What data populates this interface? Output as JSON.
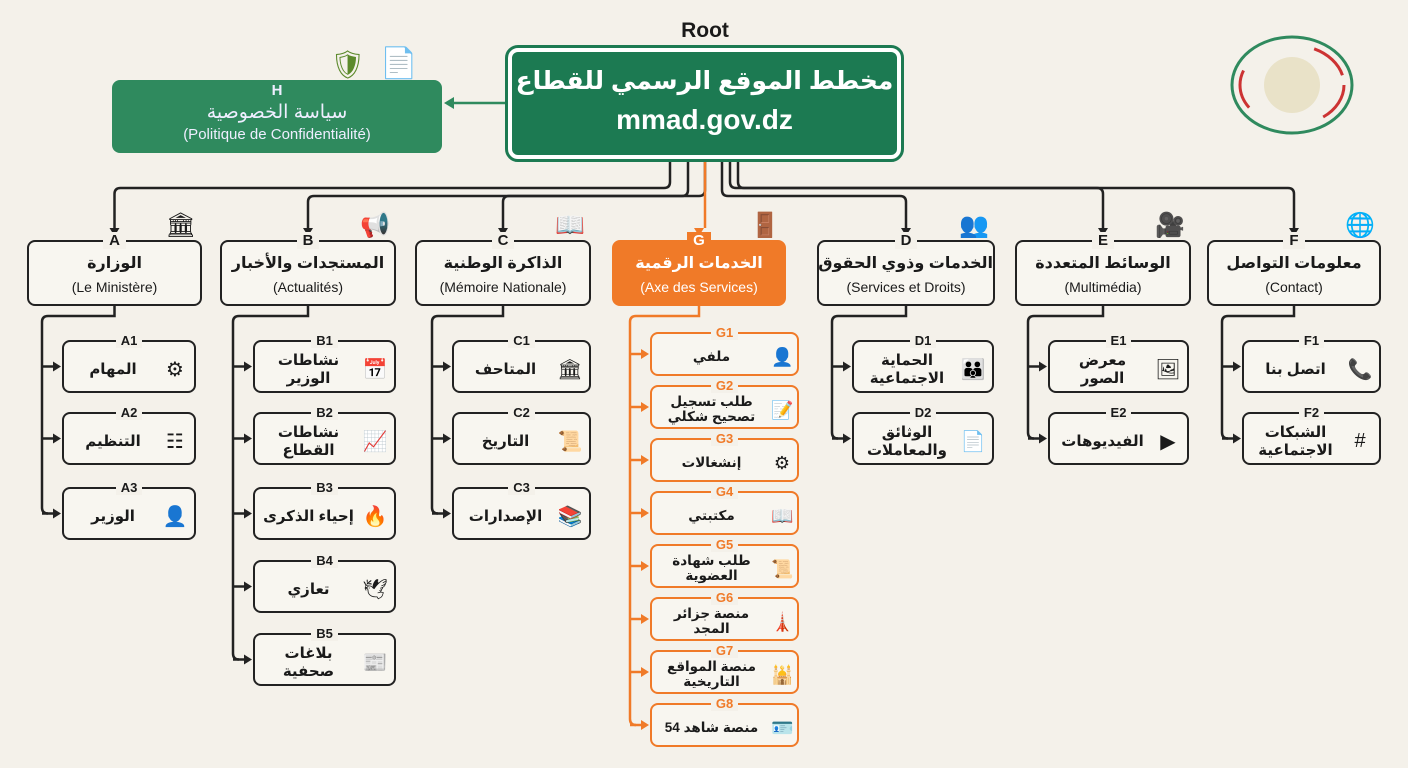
{
  "root": {
    "label": "Root",
    "title": "مخطط الموقع الرسمي للقطاع",
    "domain": "mmad.gov.dz"
  },
  "privacy": {
    "code": "H",
    "ar": "سياسة الخصوصية",
    "fr": "(Politique de Confidentialité)",
    "icon": "shield-info-icon"
  },
  "colors": {
    "green": "#1c7a52",
    "orange": "#f07a28",
    "dark": "#222222",
    "bg": "#f4f1ea"
  },
  "categories": [
    {
      "code": "A",
      "ar": "الوزارة",
      "fr": "(Le Ministère)",
      "icon": "building-icon",
      "children": [
        {
          "code": "A1",
          "ar": "المهام",
          "icon": "gear-search-icon"
        },
        {
          "code": "A2",
          "ar": "التنظيم",
          "icon": "org-chart-icon"
        },
        {
          "code": "A3",
          "ar": "الوزير",
          "icon": "person-icon"
        }
      ]
    },
    {
      "code": "B",
      "ar": "المستجدات والأخبار",
      "fr": "(Actualités)",
      "icon": "megaphone-icon",
      "children": [
        {
          "code": "B1",
          "ar": "نشاطات الوزير",
          "icon": "calendar-icon"
        },
        {
          "code": "B2",
          "ar": "نشاطات القطاع",
          "icon": "growth-chart-icon"
        },
        {
          "code": "B3",
          "ar": "إحياء الذكرى",
          "icon": "torch-icon"
        },
        {
          "code": "B4",
          "ar": "تعازي",
          "icon": "dove-icon"
        },
        {
          "code": "B5",
          "ar": "بلاغات صحفية",
          "icon": "newspaper-icon"
        }
      ]
    },
    {
      "code": "C",
      "ar": "الذاكرة الوطنية",
      "fr": "(Mémoire Nationale)",
      "icon": "book-statue-icon",
      "children": [
        {
          "code": "C1",
          "ar": "المتاحف",
          "icon": "museum-icon"
        },
        {
          "code": "C2",
          "ar": "التاريخ",
          "icon": "scroll-icon"
        },
        {
          "code": "C3",
          "ar": "الإصدارات",
          "icon": "books-icon"
        }
      ]
    },
    {
      "code": "G",
      "ar": "الخدمات الرقمية",
      "fr": "(Axe des Services)",
      "icon": "door-key-icon",
      "children": [
        {
          "code": "G1",
          "ar": "ملفي",
          "icon": "user-key-icon"
        },
        {
          "code": "G2",
          "ar": "طلب تسجيل تصحيح شكلي",
          "icon": "form-edit-icon"
        },
        {
          "code": "G3",
          "ar": "إنشغالات",
          "icon": "gear-question-icon"
        },
        {
          "code": "G4",
          "ar": "مكتبتي",
          "icon": "open-book-icon"
        },
        {
          "code": "G5",
          "ar": "طلب شهادة العضوية",
          "icon": "certificate-icon"
        },
        {
          "code": "G6",
          "ar": "منصة جزائر المجد",
          "icon": "monument-icon"
        },
        {
          "code": "G7",
          "ar": "منصة المواقع التاريخية",
          "icon": "historic-site-icon"
        },
        {
          "code": "G8",
          "ar": "منصة شاهد 54",
          "icon": "witness-id-icon"
        }
      ]
    },
    {
      "code": "D",
      "ar": "الخدمات وذوي الحقوق",
      "fr": "(Services et Droits)",
      "icon": "people-document-icon",
      "children": [
        {
          "code": "D1",
          "ar": "الحماية الاجتماعية",
          "icon": "family-hands-icon"
        },
        {
          "code": "D2",
          "ar": "الوثائق والمعاملات",
          "icon": "document-money-icon"
        }
      ]
    },
    {
      "code": "E",
      "ar": "الوسائط المتعددة",
      "fr": "(Multimédia)",
      "icon": "film-camera-icon",
      "children": [
        {
          "code": "E1",
          "ar": "معرض الصور",
          "icon": "photo-gallery-icon"
        },
        {
          "code": "E2",
          "ar": "الفيديوهات",
          "icon": "play-icon"
        }
      ]
    },
    {
      "code": "F",
      "ar": "معلومات التواصل",
      "fr": "(Contact)",
      "icon": "globe-icon",
      "children": [
        {
          "code": "F1",
          "ar": "اتصل بنا",
          "icon": "phone-mail-icon"
        },
        {
          "code": "F2",
          "ar": "الشبكات الاجتماعية",
          "icon": "social-icon"
        }
      ]
    }
  ]
}
